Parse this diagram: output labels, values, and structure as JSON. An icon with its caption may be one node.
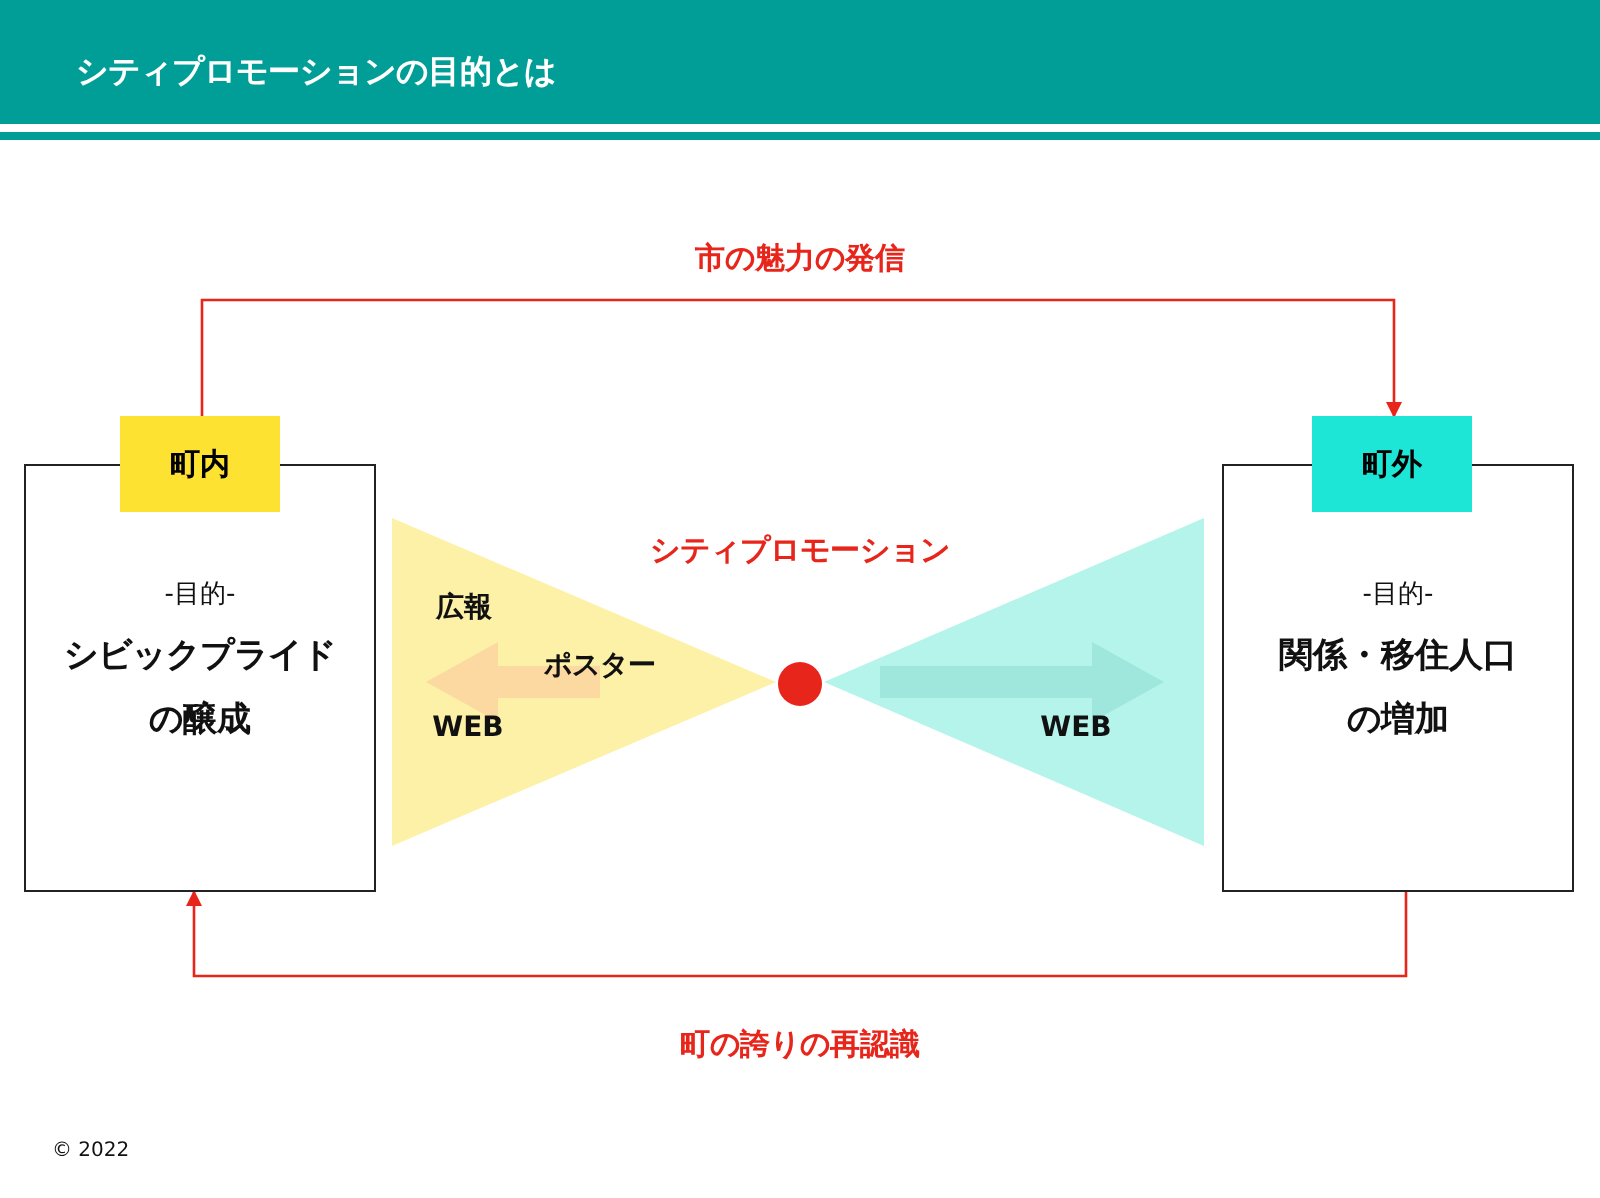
{
  "diagram": {
    "title": "シティプロモーションの目的とは",
    "nodes": [
      {
        "text": [
          "町内",
          "-目的-",
          "シビックプライドの醸成"
        ]
      },
      {
        "text": [
          "町外",
          "-目的-",
          "関係・移住人口の増加"
        ]
      },
      {
        "text": [
          "広報",
          "ポスター",
          "WEB"
        ]
      },
      {
        "text": [
          "WEB"
        ]
      },
      {
        "text": [],
        "shape": "circle"
      }
    ],
    "edges": [
      {
        "from": 0,
        "to": 1,
        "arrow": "to",
        "label": "市の魅力の発信"
      },
      {
        "from": 1,
        "to": 0,
        "arrow": "to",
        "label": "町の誇りの再認識"
      }
    ],
    "labels": [
      "シティプロモーション",
      "© 2022"
    ]
  }
}
